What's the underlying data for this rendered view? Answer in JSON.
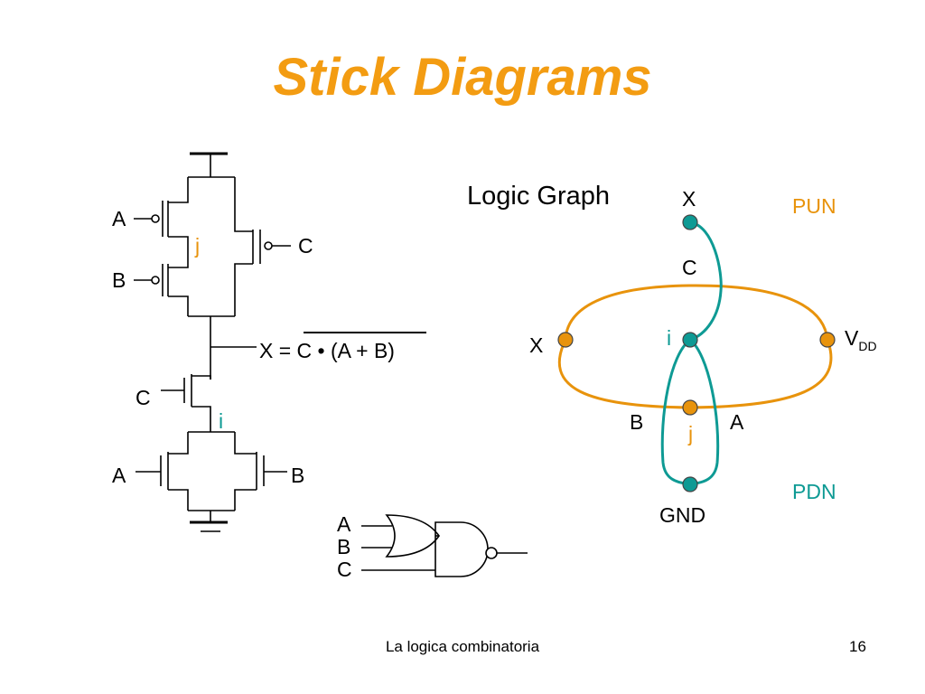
{
  "title": "Stick Diagrams",
  "colors": {
    "title": "#f39c12",
    "pun": "#e8930c",
    "pdn": "#0e9a94",
    "wire": "#000000"
  },
  "schematic": {
    "pmos_inputs": [
      "A",
      "B",
      "C"
    ],
    "node_j": "j",
    "node_i": "i",
    "nmos_inputs": [
      "C",
      "A",
      "B"
    ],
    "output_expr": "X = C • (A + B)"
  },
  "logic_graph": {
    "title": "Logic Graph",
    "top_x": "X",
    "left_x": "X",
    "edge_c": "C",
    "node_i": "i",
    "node_j": "j",
    "vdd": "V",
    "vdd_sub": "DD",
    "edge_b": "B",
    "edge_a": "A",
    "gnd": "GND",
    "pun": "PUN",
    "pdn": "PDN"
  },
  "gate": {
    "inputs": [
      "A",
      "B",
      "C"
    ]
  },
  "footer": {
    "caption": "La logica combinatoria",
    "page": "16"
  }
}
